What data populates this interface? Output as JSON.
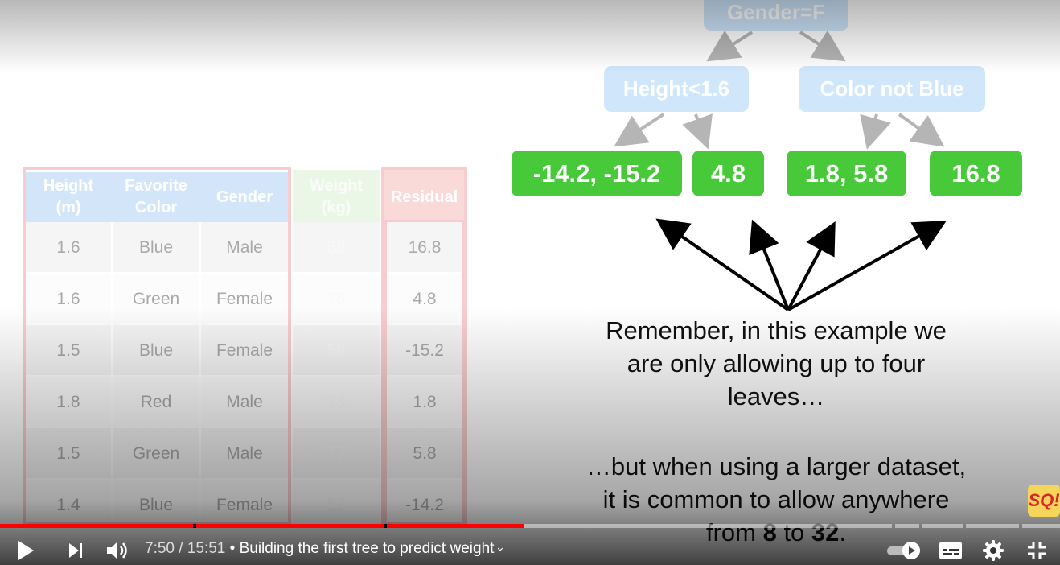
{
  "tree": {
    "root": "Gender=F",
    "left_node": "Height<1.6",
    "right_node": "Color not Blue",
    "leaves": [
      "-14.2, -15.2",
      "4.8",
      "1.8, 5.8",
      "16.8"
    ]
  },
  "caption": {
    "line1": "Remember, in this example we",
    "line2": "are only allowing up to four",
    "line3": "leaves…",
    "line4": "…but when using a larger dataset,",
    "line5": "it is common to allow anywhere",
    "line6_prefix": "from ",
    "line6_a": "8",
    "line6_mid": " to ",
    "line6_b": "32",
    "line6_suffix": "."
  },
  "table": {
    "headers": {
      "height_1": "Height",
      "height_2": "(m)",
      "color_1": "Favorite",
      "color_2": "Color",
      "gender": "Gender",
      "weight_1": "Weight",
      "weight_2": "(kg)",
      "residual": "Residual"
    },
    "rows": [
      {
        "height": "1.6",
        "color": "Blue",
        "gender": "Male",
        "weight": "88",
        "residual": "16.8"
      },
      {
        "height": "1.6",
        "color": "Green",
        "gender": "Female",
        "weight": "76",
        "residual": "4.8"
      },
      {
        "height": "1.5",
        "color": "Blue",
        "gender": "Female",
        "weight": "56",
        "residual": "-15.2"
      },
      {
        "height": "1.8",
        "color": "Red",
        "gender": "Male",
        "weight": "73",
        "residual": "1.8"
      },
      {
        "height": "1.5",
        "color": "Green",
        "gender": "Male",
        "weight": "77",
        "residual": "5.8"
      },
      {
        "height": "1.4",
        "color": "Blue",
        "gender": "Female",
        "weight": "57",
        "residual": "-14.2"
      }
    ]
  },
  "logo_text": "SQ!",
  "player": {
    "current_time": "7:50",
    "separator": " / ",
    "duration": "15:51",
    "chapter_title": " • Building the first tree to predict weight",
    "progress_fraction": 0.494,
    "buttons": {
      "play": "play-icon",
      "next": "next-icon",
      "volume": "volume-icon",
      "autoplay": "autoplay-toggle",
      "subtitles": "subtitles-icon",
      "settings": "gear-icon",
      "fullscreen": "exit-fullscreen-icon"
    }
  },
  "colors": {
    "accent_red": "#ff0000",
    "leaf_green": "#47c93a",
    "node_blue": "#cfe6fb",
    "table_frame": "#f29a9a"
  }
}
